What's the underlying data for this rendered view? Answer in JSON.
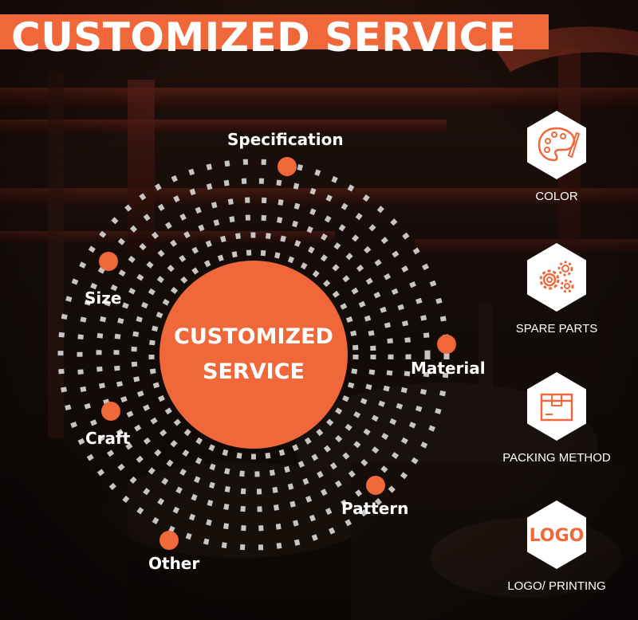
{
  "header": {
    "title": "CUSTOMIZED SERVICE"
  },
  "center": {
    "line1": "CUSTOMIZED",
    "line2": "SERVICE"
  },
  "options": {
    "specification": "Specification",
    "size": "Size",
    "material": "Material",
    "craft": "Craft",
    "pattern": "Pattern",
    "other": "Other"
  },
  "services": [
    {
      "label": "COLOR",
      "icon": "palette-icon"
    },
    {
      "label": "SPARE PARTS",
      "icon": "gears-icon"
    },
    {
      "label": "PACKING METHOD",
      "icon": "box-icon"
    },
    {
      "label": "LOGO/ PRINTING",
      "icon": "logo-icon",
      "icon_text": "LOGO"
    }
  ],
  "colors": {
    "accent": "#f0683a",
    "text": "#ffffff",
    "background": "#120c09"
  }
}
